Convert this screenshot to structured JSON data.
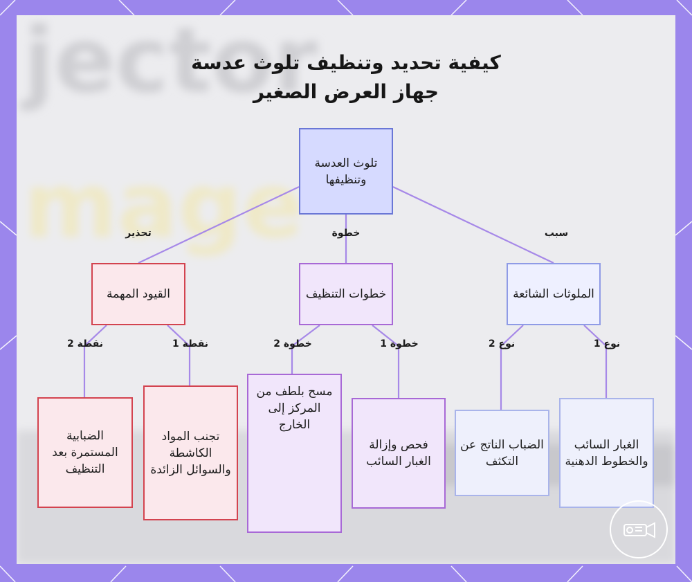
{
  "title_line1": "كيفية تحديد وتنظيف تلوث عدسة",
  "title_line2": "جهاز العرض الصغير",
  "background_words": [
    "jector",
    "mage"
  ],
  "nodes": {
    "root": "تلوث العدسة وتنظيفها",
    "contaminants": "الملوثات الشائعة",
    "cleaning_steps": "خطوات التنظيف",
    "constraints": "القيود المهمة",
    "type1": "الغبار السائب والخطوط الدهنية",
    "type2": "الضباب الناتج عن التكثف",
    "step1": "فحص وإزالة الغبار السائب",
    "step2": "مسح بلطف من المركز إلى الخارج",
    "point1": "تجنب المواد الكاشطة والسوائل الزائدة",
    "point2": "الضبابية المستمرة بعد التنظيف"
  },
  "edge_labels": {
    "cause": "سبب",
    "step": "خطوة",
    "warning": "تحذير",
    "type1": "نوع 1",
    "type2": "نوع 2",
    "step1": "خطوة 1",
    "step2": "خطوة 2",
    "point1": "نقطة 1",
    "point2": "نقطة 2"
  },
  "colors": {
    "frame": "#9b86ec",
    "edge": "#a688e8",
    "root_fill": "#d6daff",
    "purple_border": "#a869d6",
    "red_border": "#d3434f",
    "blue_border": "#8f9be6"
  },
  "logo_icon": "projector-icon"
}
